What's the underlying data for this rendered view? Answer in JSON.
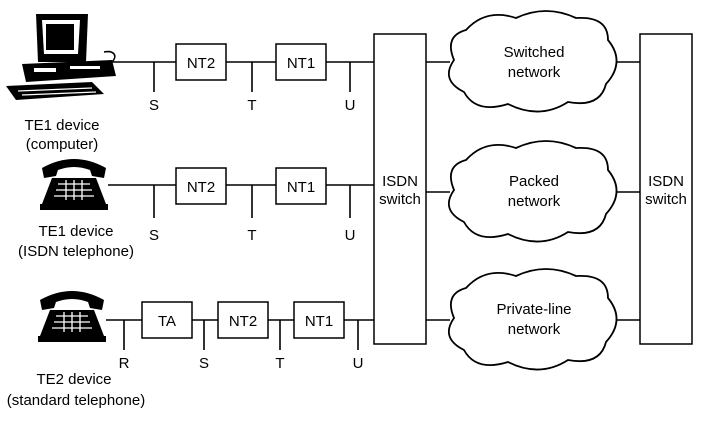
{
  "devices": {
    "computer": {
      "name": "TE1 device",
      "sub": "(computer)"
    },
    "isdn_phone": {
      "name": "TE1 device",
      "sub": "(ISDN telephone)"
    },
    "std_phone": {
      "name": "TE2 device",
      "sub": "(standard telephone)"
    }
  },
  "boxes": {
    "nt2": "NT2",
    "nt1": "NT1",
    "ta": "TA"
  },
  "points": {
    "r": "R",
    "s": "S",
    "t": "T",
    "u": "U"
  },
  "switches": {
    "left": [
      "ISDN",
      "switch"
    ],
    "right": [
      "ISDN",
      "switch"
    ]
  },
  "networks": {
    "switched": [
      "Switched",
      "network"
    ],
    "packed": [
      "Packed",
      "network"
    ],
    "private_line": [
      "Private-line",
      "network"
    ]
  }
}
